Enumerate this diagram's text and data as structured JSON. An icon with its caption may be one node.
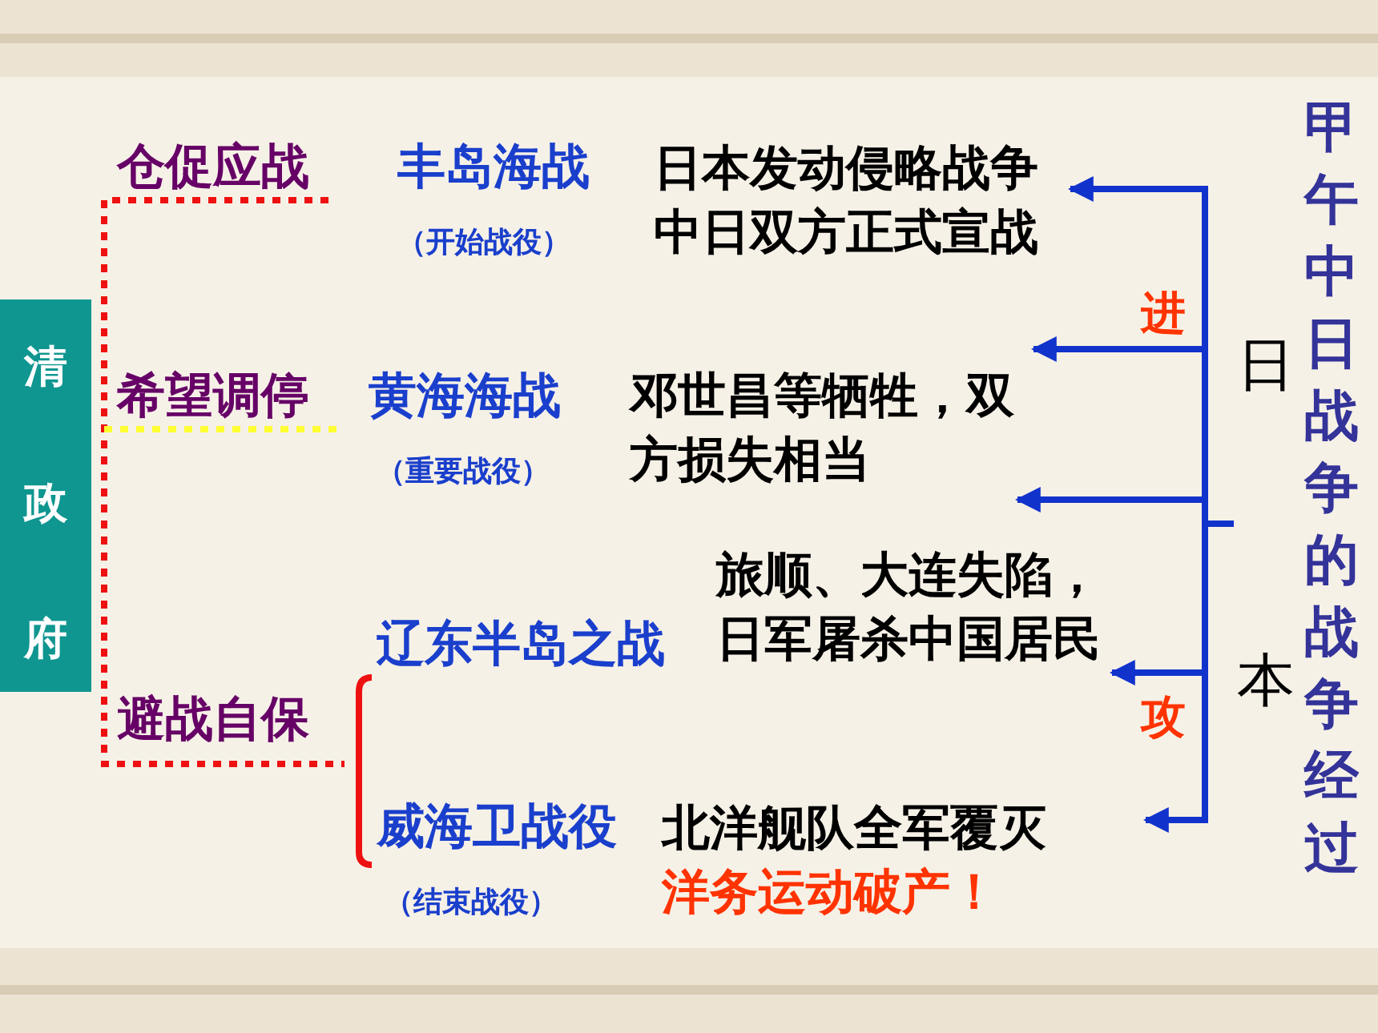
{
  "diagram": {
    "title": "甲午中日战争的战争经过",
    "nodes": [
      {
        "text": [
          "仓促应战"
        ]
      },
      {
        "text": [
          "丰岛海战"
        ],
        "beside": [
          "（开始战役）"
        ]
      },
      {
        "text": [
          "日本发动侵略战争中日双方正式宣战"
        ]
      },
      {
        "text": [
          "清政府"
        ]
      },
      {
        "text": [
          "希望调停"
        ]
      },
      {
        "text": [
          "黄海海战"
        ],
        "beside": [
          "（重要战役）"
        ]
      },
      {
        "text": [
          "邓世昌等牺牲，双方损失相当"
        ]
      },
      {
        "text": [
          "辽东半岛之战"
        ]
      },
      {
        "text": [
          "旅顺、大连失陷，日军屠杀中国居民"
        ]
      },
      {
        "text": [
          "避战自保"
        ]
      },
      {
        "text": [
          "威海卫战役"
        ],
        "beside": [
          "（结束战役）"
        ]
      },
      {
        "text": [
          "北洋舰队全军覆灭",
          "洋务运动破产！"
        ]
      },
      {
        "text": [
          "日本"
        ]
      }
    ],
    "edges": [
      {
        "from": 12,
        "to": 2,
        "arrow": "to"
      },
      {
        "from": 12,
        "to": 6,
        "arrow": "to",
        "label": "进"
      },
      {
        "from": 12,
        "to": 8,
        "arrow": "to"
      },
      {
        "from": 12,
        "to": 8,
        "arrow": "to"
      },
      {
        "from": 12,
        "to": 11,
        "arrow": "to",
        "label": "攻"
      }
    ]
  }
}
